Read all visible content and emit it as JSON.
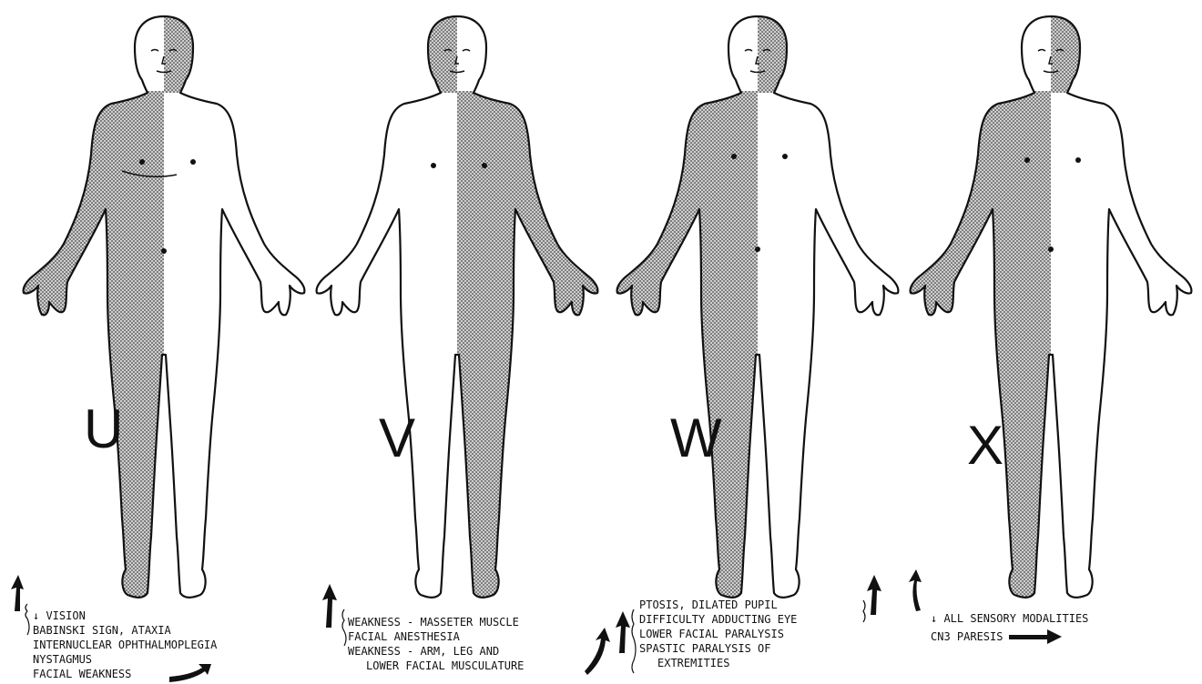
{
  "figures": [
    {
      "letter": "U",
      "notes": [
        "↓ VISION",
        "BABINSKI SIGN, ATAXIA",
        "INTERNUCLEAR OPHTHALMOPLEGIA",
        "NYSTAGMUS",
        "FACIAL WEAKNESS"
      ]
    },
    {
      "letter": "V",
      "notes": [
        "WEAKNESS - MASSETER MUSCLE",
        "FACIAL ANESTHESIA",
        "WEAKNESS - ARM, LEG AND",
        "LOWER FACIAL MUSCULATURE"
      ]
    },
    {
      "letter": "W",
      "notes": [
        "PTOSIS, DILATED PUPIL",
        "DIFFICULTY ADDUCTING EYE",
        "LOWER FACIAL PARALYSIS",
        "SPASTIC PARALYSIS OF",
        "EXTREMITIES"
      ]
    },
    {
      "letter": "X",
      "notes": [
        "↓ ALL SENSORY MODALITIES",
        "CN3 PARESIS"
      ]
    }
  ]
}
